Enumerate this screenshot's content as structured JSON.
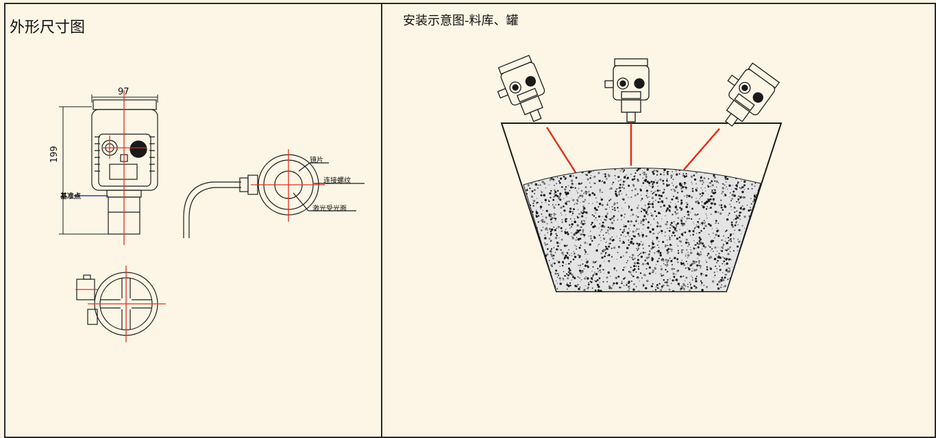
{
  "left_panel": {
    "title": "外形尺寸图",
    "dimensions": {
      "width": "97",
      "height": "199"
    },
    "labels": {
      "reference_point": "基准点",
      "lens": "镜片",
      "thread": "连接螺纹",
      "laser_surface": "激光受光面"
    }
  },
  "right_panel": {
    "title": "安装示意图-料库、罐"
  },
  "colors": {
    "background": "#fdf6e6",
    "laser_red": "#e52d1c",
    "outline": "#1a1a1a",
    "reference_blue": "#2438c8"
  }
}
